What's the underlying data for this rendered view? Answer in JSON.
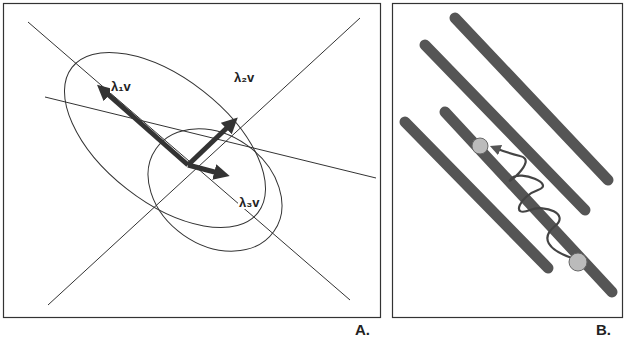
{
  "diagram": {
    "labels": [
      "λ₁v",
      "λ₂v",
      "λ₃v",
      "A.",
      "B."
    ]
  }
}
